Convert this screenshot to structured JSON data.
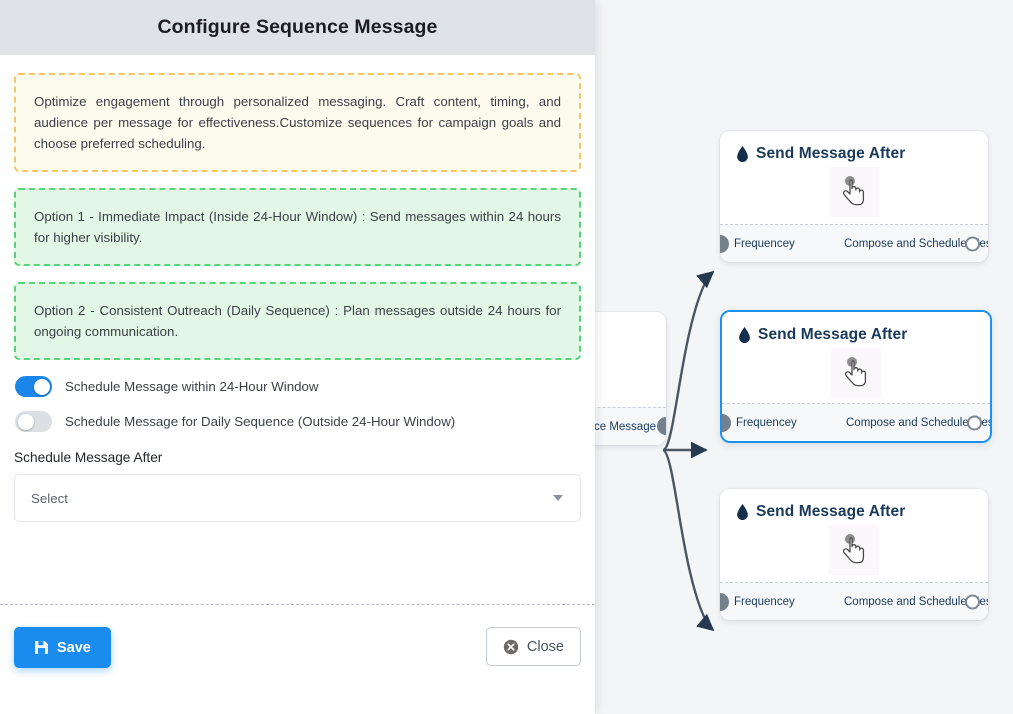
{
  "modal": {
    "title": "Configure Sequence Message",
    "callouts": [
      {
        "variant": "warn",
        "text": "Optimize engagement through personalized messaging. Craft content, timing, and audience per message for effectiveness.Customize sequences for campaign goals and choose preferred scheduling."
      },
      {
        "variant": "ok",
        "text": "Option 1 - Immediate Impact (Inside 24-Hour Window) : Send messages within 24 hours for higher visibility."
      },
      {
        "variant": "ok",
        "text": "Option 2 - Consistent Outreach (Daily Sequence) : Plan messages outside 24 hours for ongoing communication."
      }
    ],
    "toggles": [
      {
        "label": "Schedule Message within 24-Hour Window",
        "state": "on"
      },
      {
        "label": "Schedule Message for Daily Sequence (Outside 24-Hour Window)",
        "state": "off"
      }
    ],
    "field": {
      "label": "Schedule Message After",
      "value": "Select",
      "placeholder": "Select",
      "caret_icon": "chevron-down-icon"
    },
    "footer": {
      "save_label": "Save",
      "save_icon": "floppy-disk-icon",
      "close_label": "Close",
      "close_icon": "close-circle-icon"
    }
  },
  "canvas": {
    "nodes": [
      {
        "id": "node-top",
        "title": "Send Message After",
        "title_icon": "water-drop-icon",
        "body_icon": "hand-pointer-icon",
        "footer_left": "Frequencey",
        "footer_right": "Compose and Schedule Message",
        "selected": false
      },
      {
        "id": "node-middle",
        "title": "Send Message After",
        "title_icon": "water-drop-icon",
        "body_icon": "hand-pointer-icon",
        "footer_left": "Frequencey",
        "footer_right": "Compose and Schedule Message",
        "selected": true
      },
      {
        "id": "node-bottom",
        "title": "Send Message After",
        "title_icon": "water-drop-icon",
        "body_icon": "hand-pointer-icon",
        "footer_left": "Frequencey",
        "footer_right": "Compose and Schedule Message",
        "selected": false
      }
    ],
    "source_node": {
      "id": "node-source",
      "footer_right": "ce Message"
    }
  },
  "colors": {
    "accent_blue": "#1a8cf0",
    "selected_border": "#1a92f0",
    "node_title": "#1a3a5c",
    "warn_border": "#f7c664",
    "warn_bg": "#fdfbee",
    "ok_border": "#56d477",
    "ok_bg": "#e2f7e6",
    "canvas_bg": "#f4f5f7",
    "header_bg": "#dfe2e6",
    "edge_stroke": "#4c5563",
    "handle_fill": "#75808d"
  }
}
